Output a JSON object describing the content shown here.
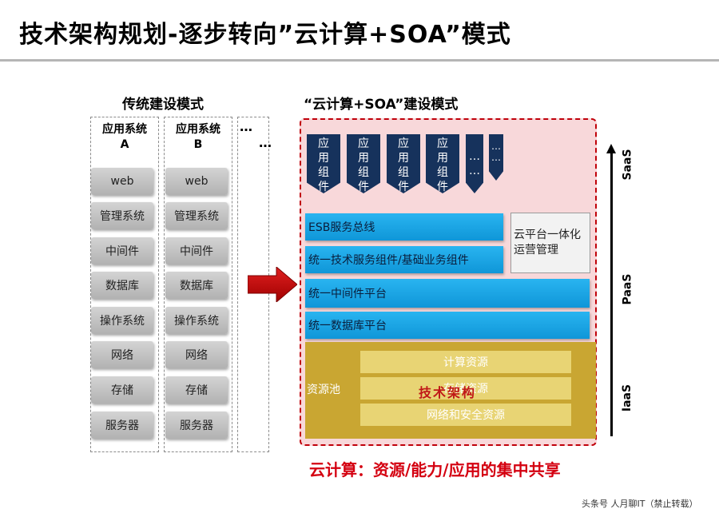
{
  "title": "技术架构规划-逐步转向”云计算+SOA”模式",
  "traditional": {
    "heading": "传统建设模式",
    "column_a": {
      "label_line1": "应用系统",
      "label_line2": "A"
    },
    "column_b": {
      "label_line1": "应用系统",
      "label_line2": "B"
    },
    "column_more": {
      "label_top": "…",
      "label_bottom": "…"
    },
    "layers": [
      "web",
      "管理系统",
      "中间件",
      "数据库",
      "操作系统",
      "网络",
      "存储",
      "服务器"
    ]
  },
  "cloud": {
    "heading": "“云计算+SOA”建设模式",
    "component_chars": [
      "应",
      "用",
      "组",
      "件"
    ],
    "more_small": [
      "…",
      "…"
    ],
    "esb_bus": "ESB服务总线",
    "tech_service": "统一技术服务组件/基础业务组件",
    "middleware_platform": "统一中间件平台",
    "database_platform": "统一数据库平台",
    "mgmt_line1": "云平台一体化",
    "mgmt_line2": "运营管理",
    "resource_pool": "资源池",
    "resources": [
      "计算资源",
      "存储资源",
      "网络和安全资源"
    ],
    "watermark": "技术架构",
    "conclusion": "云计算：资源/能力/应用的集中共享"
  },
  "axis_layers": {
    "saas": "SaaS",
    "paas": "PaaS",
    "iaas": "IaaS"
  },
  "colors": {
    "accent_red": "#c0000a",
    "navy": "#16325c",
    "sky_blue": "#1aa6e6",
    "gold": "#c9a632"
  },
  "footer": "头条号 人月聊IT（禁止转载）"
}
